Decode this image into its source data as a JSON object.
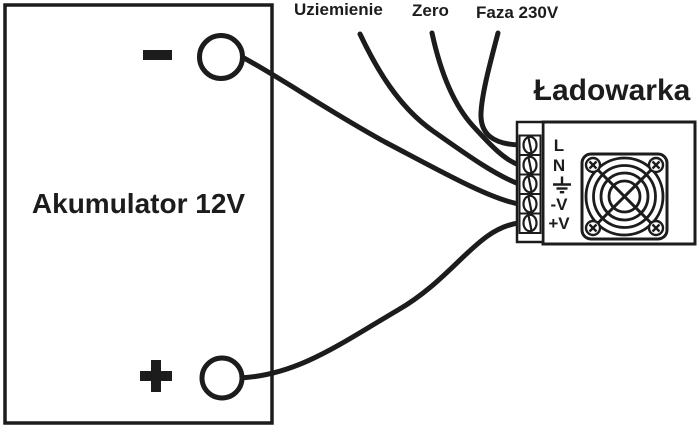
{
  "colors": {
    "ink": "#1c1c1c",
    "background": "#ffffff"
  },
  "mains_labels": {
    "ground": "Uziemienie",
    "neutral": "Zero",
    "phase": "Faza 230V"
  },
  "battery": {
    "label": "Akumulator 12V",
    "negative_symbol": "-",
    "positive_symbol": "+"
  },
  "charger": {
    "label": "Ładowarka",
    "terminals": [
      {
        "label": "L"
      },
      {
        "label": "N"
      },
      {
        "icon": "earth-ground-icon"
      },
      {
        "label": "-V"
      },
      {
        "label": "+V"
      }
    ],
    "fan_icon": "fan-grille-icon"
  },
  "connections": [
    {
      "from": "Uziemienie",
      "to": "charger earth terminal"
    },
    {
      "from": "Zero",
      "to": "charger N terminal"
    },
    {
      "from": "Faza 230V",
      "to": "charger L terminal"
    },
    {
      "from": "battery - terminal",
      "to": "charger -V terminal"
    },
    {
      "from": "battery + terminal",
      "to": "charger +V terminal"
    }
  ]
}
